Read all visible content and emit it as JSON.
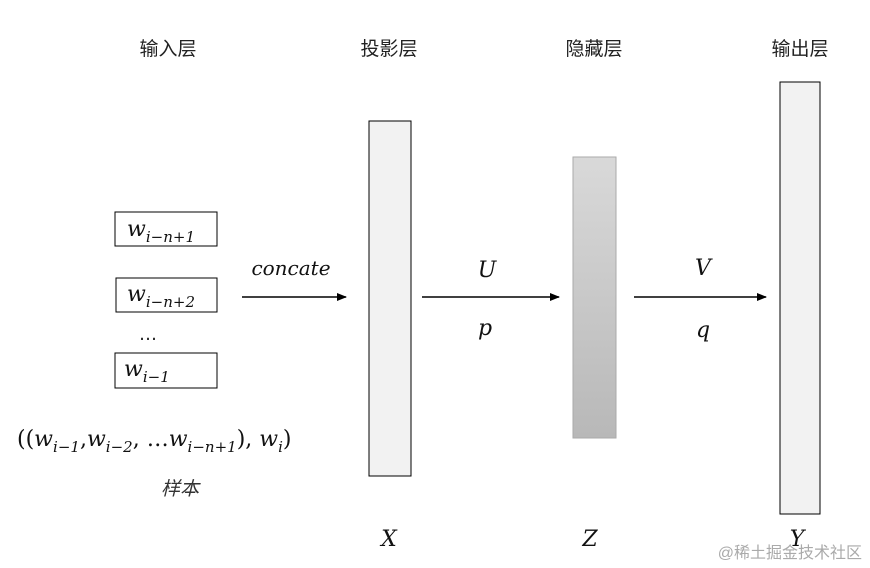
{
  "layers": {
    "input": "输入层",
    "projection": "投影层",
    "hidden": "隐藏层",
    "output": "输出层"
  },
  "inputs": {
    "word1": {
      "base": "w",
      "sub": "i−n+1"
    },
    "word2": {
      "base": "w",
      "sub": "i−n+2"
    },
    "ellipsis": "…",
    "word3": {
      "base": "w",
      "sub": "i−1"
    }
  },
  "sample": {
    "open": "((",
    "w1": "w",
    "s1": "i−1",
    "c1": ",",
    "w2": "w",
    "s2": "i−2",
    "c2": ", …",
    "w3": "w",
    "s3": "i−n+1",
    "mid": "), ",
    "w4": "w",
    "s4": "i",
    "close": ")"
  },
  "sample_label": "样本",
  "arrows": {
    "concat": "concate",
    "U": "U",
    "p": "p",
    "V": "V",
    "q": "q"
  },
  "bottom_labels": {
    "X": "X",
    "Z": "Z",
    "Y": "Y"
  },
  "watermark": "@稀土掘金技术社区",
  "colors": {
    "layer_fill": "#f2f2f2",
    "hidden_top": "#d9d9d9",
    "hidden_bottom": "#b8b8b8",
    "stroke": "#000000"
  }
}
